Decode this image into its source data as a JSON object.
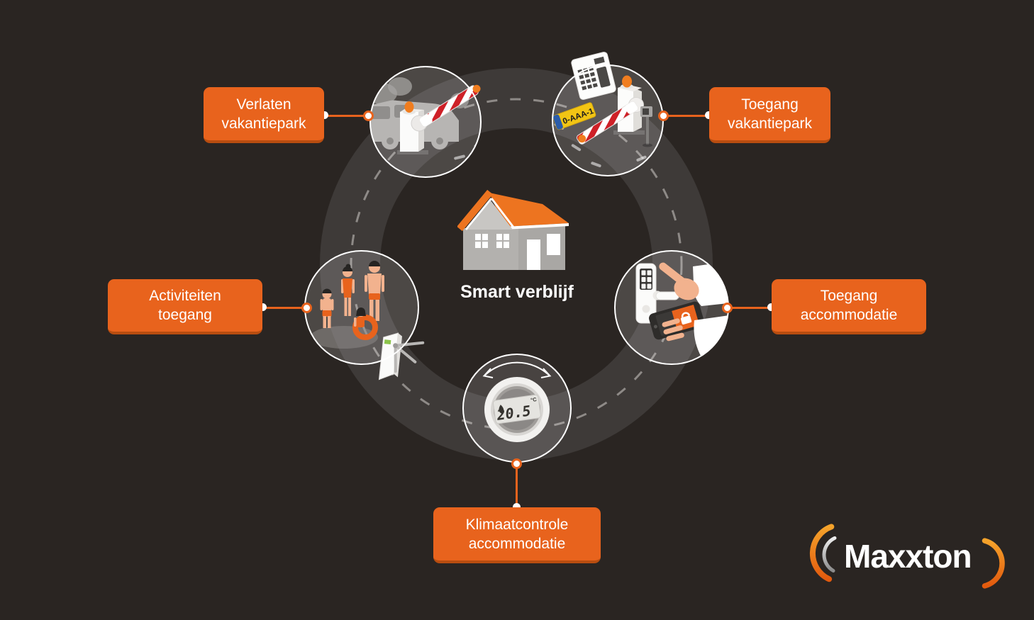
{
  "title": "Smart verblijf infographic",
  "colors": {
    "background": "#2A2522",
    "road_gray": "#3E3A38",
    "road_dash_gray": "#8E8A87",
    "accent_orange": "#E8631D",
    "accent_orange_dark": "#B84D10",
    "roof_orange": "#ED7420",
    "lamp_orange": "#F07D1F",
    "barrier_red": "#CE2027",
    "plate_yellow": "#F2C514",
    "plate_blue": "#2B5CA8",
    "skin": "#F2B28E",
    "white": "#FFFFFF",
    "lcd_gray": "#E5E4E0",
    "turnstile_green": "#8BC34A"
  },
  "center": {
    "label": "Smart verblijf",
    "icon": "house-icon"
  },
  "nodes": [
    {
      "id": "verlaten-vakantiepark",
      "label": "Verlaten vakantiepark",
      "lines": [
        "Verlaten",
        "vakantiepark"
      ],
      "icon": "car-exit-barrier-icon"
    },
    {
      "id": "toegang-vakantiepark",
      "label": "Toegang vakantiepark",
      "lines": [
        "Toegang",
        "vakantiepark"
      ],
      "icon": "entry-barrier-license-plate-icon",
      "license_plate": "0-AAA-1"
    },
    {
      "id": "activiteiten-toegang",
      "label": "Activiteiten toegang",
      "lines": [
        "Activiteiten",
        "toegang"
      ],
      "icon": "family-turnstile-icon"
    },
    {
      "id": "toegang-accommodatie",
      "label": "Toegang accommodatie",
      "lines": [
        "Toegang",
        "accommodatie"
      ],
      "icon": "smart-lock-phone-icon"
    },
    {
      "id": "klimaatcontrole-accommodatie",
      "label": "Klimaatcontrole accommodatie",
      "lines": [
        "Klimaatcontrole",
        "accommodatie"
      ],
      "icon": "thermostat-icon",
      "thermostat": {
        "value": "20.5",
        "unit": "°C"
      }
    }
  ],
  "logo": {
    "text": "Maxxton"
  }
}
